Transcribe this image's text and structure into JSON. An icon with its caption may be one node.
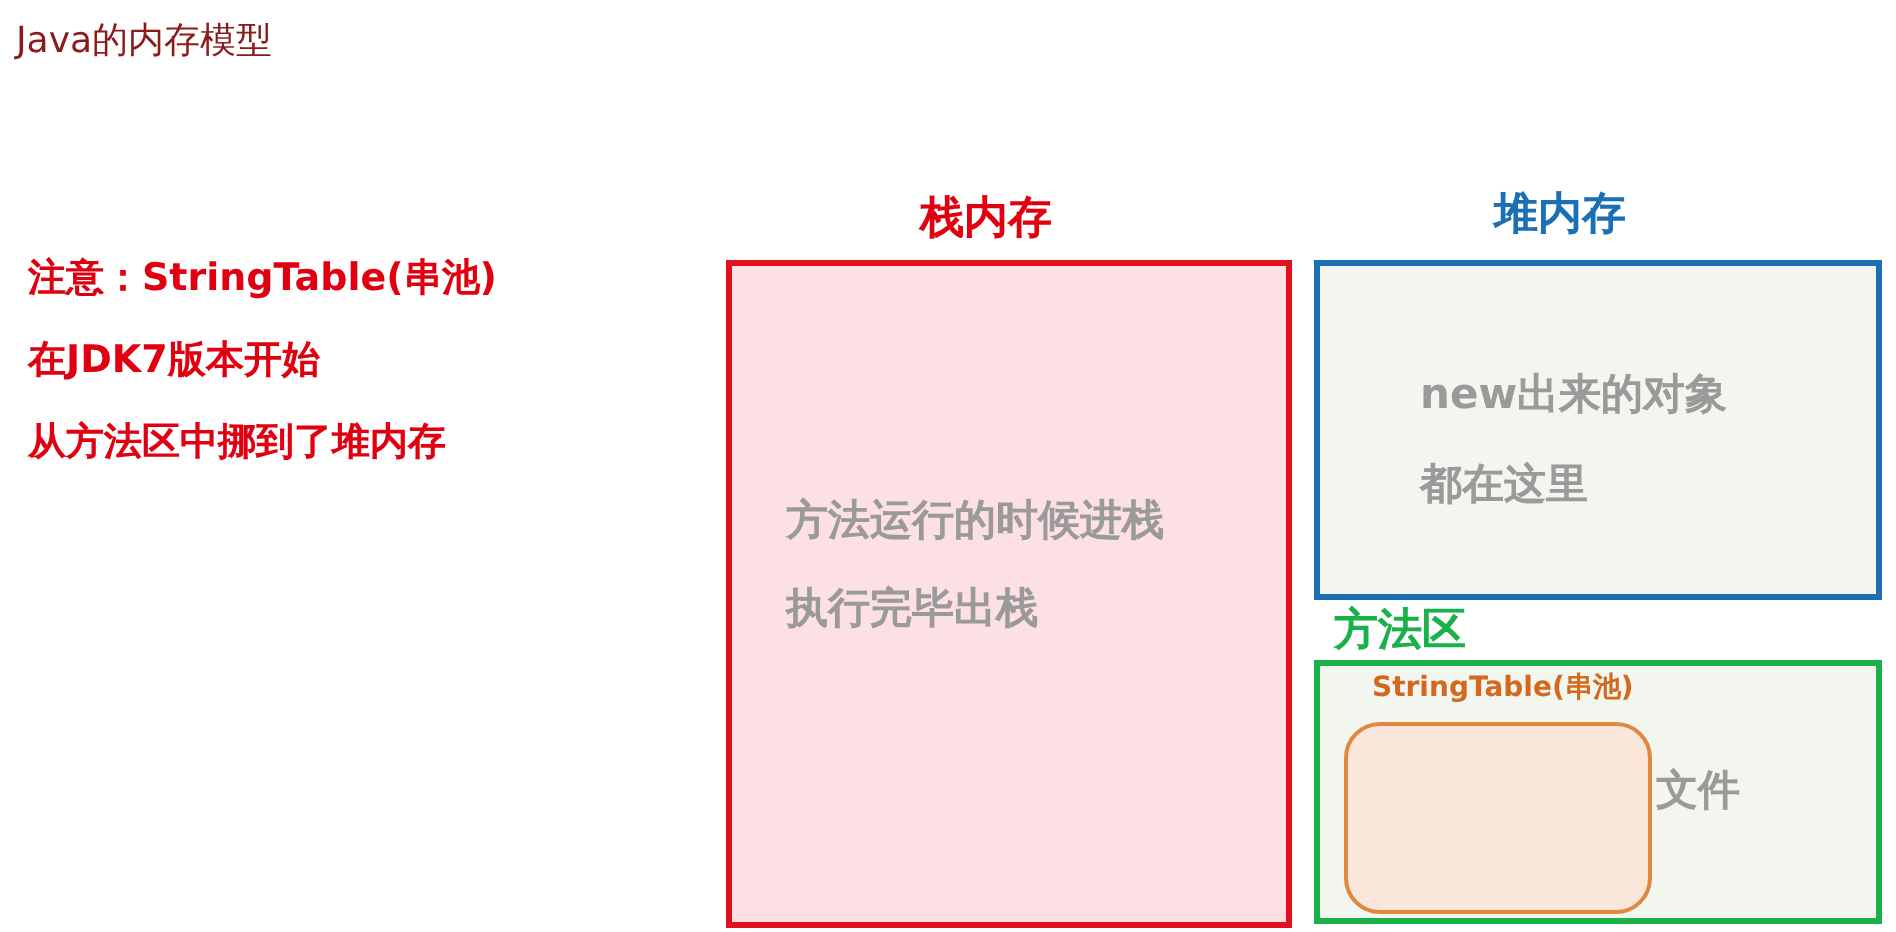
{
  "diagram": {
    "title": "Java的内存模型",
    "nodes": [
      {
        "text": [
          "栈内存",
          "方法运行的时候进栈",
          "执行完毕出栈"
        ]
      },
      {
        "text": [
          "堆内存",
          "new出来的对象",
          "都在这里"
        ]
      },
      {
        "text": [
          "方法区",
          "文件"
        ]
      },
      {
        "text": [
          "StringTable(串池)"
        ],
        "in": 2
      }
    ],
    "labels": [
      "注意：StringTable(串池)",
      "在JDK7版本开始",
      "从方法区中挪到了堆内存"
    ]
  }
}
